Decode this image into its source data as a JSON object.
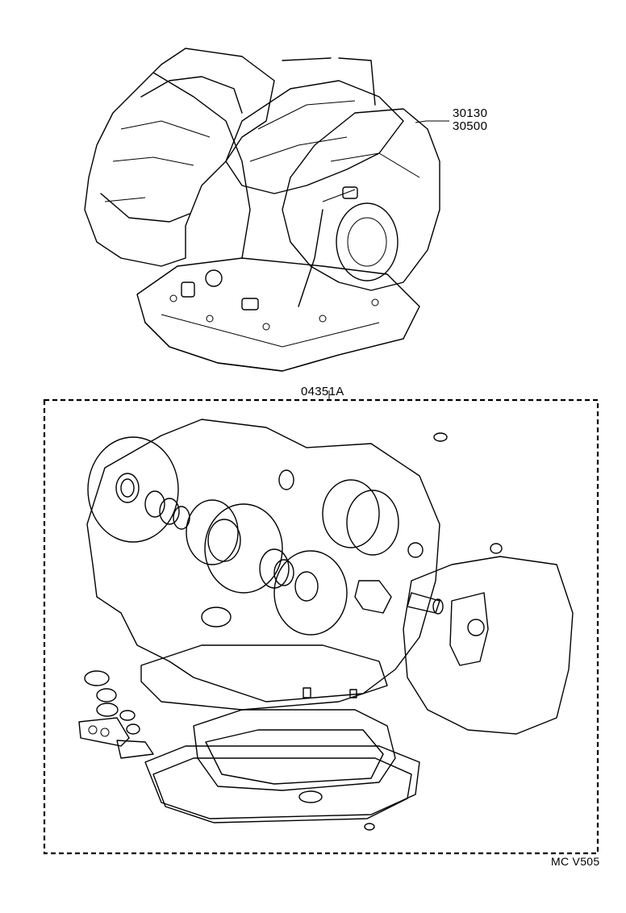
{
  "labels": {
    "assembly_part_1": "30130",
    "assembly_part_2": "30500",
    "gasket_kit_part": "04351A",
    "figure_code": "MC V505"
  }
}
